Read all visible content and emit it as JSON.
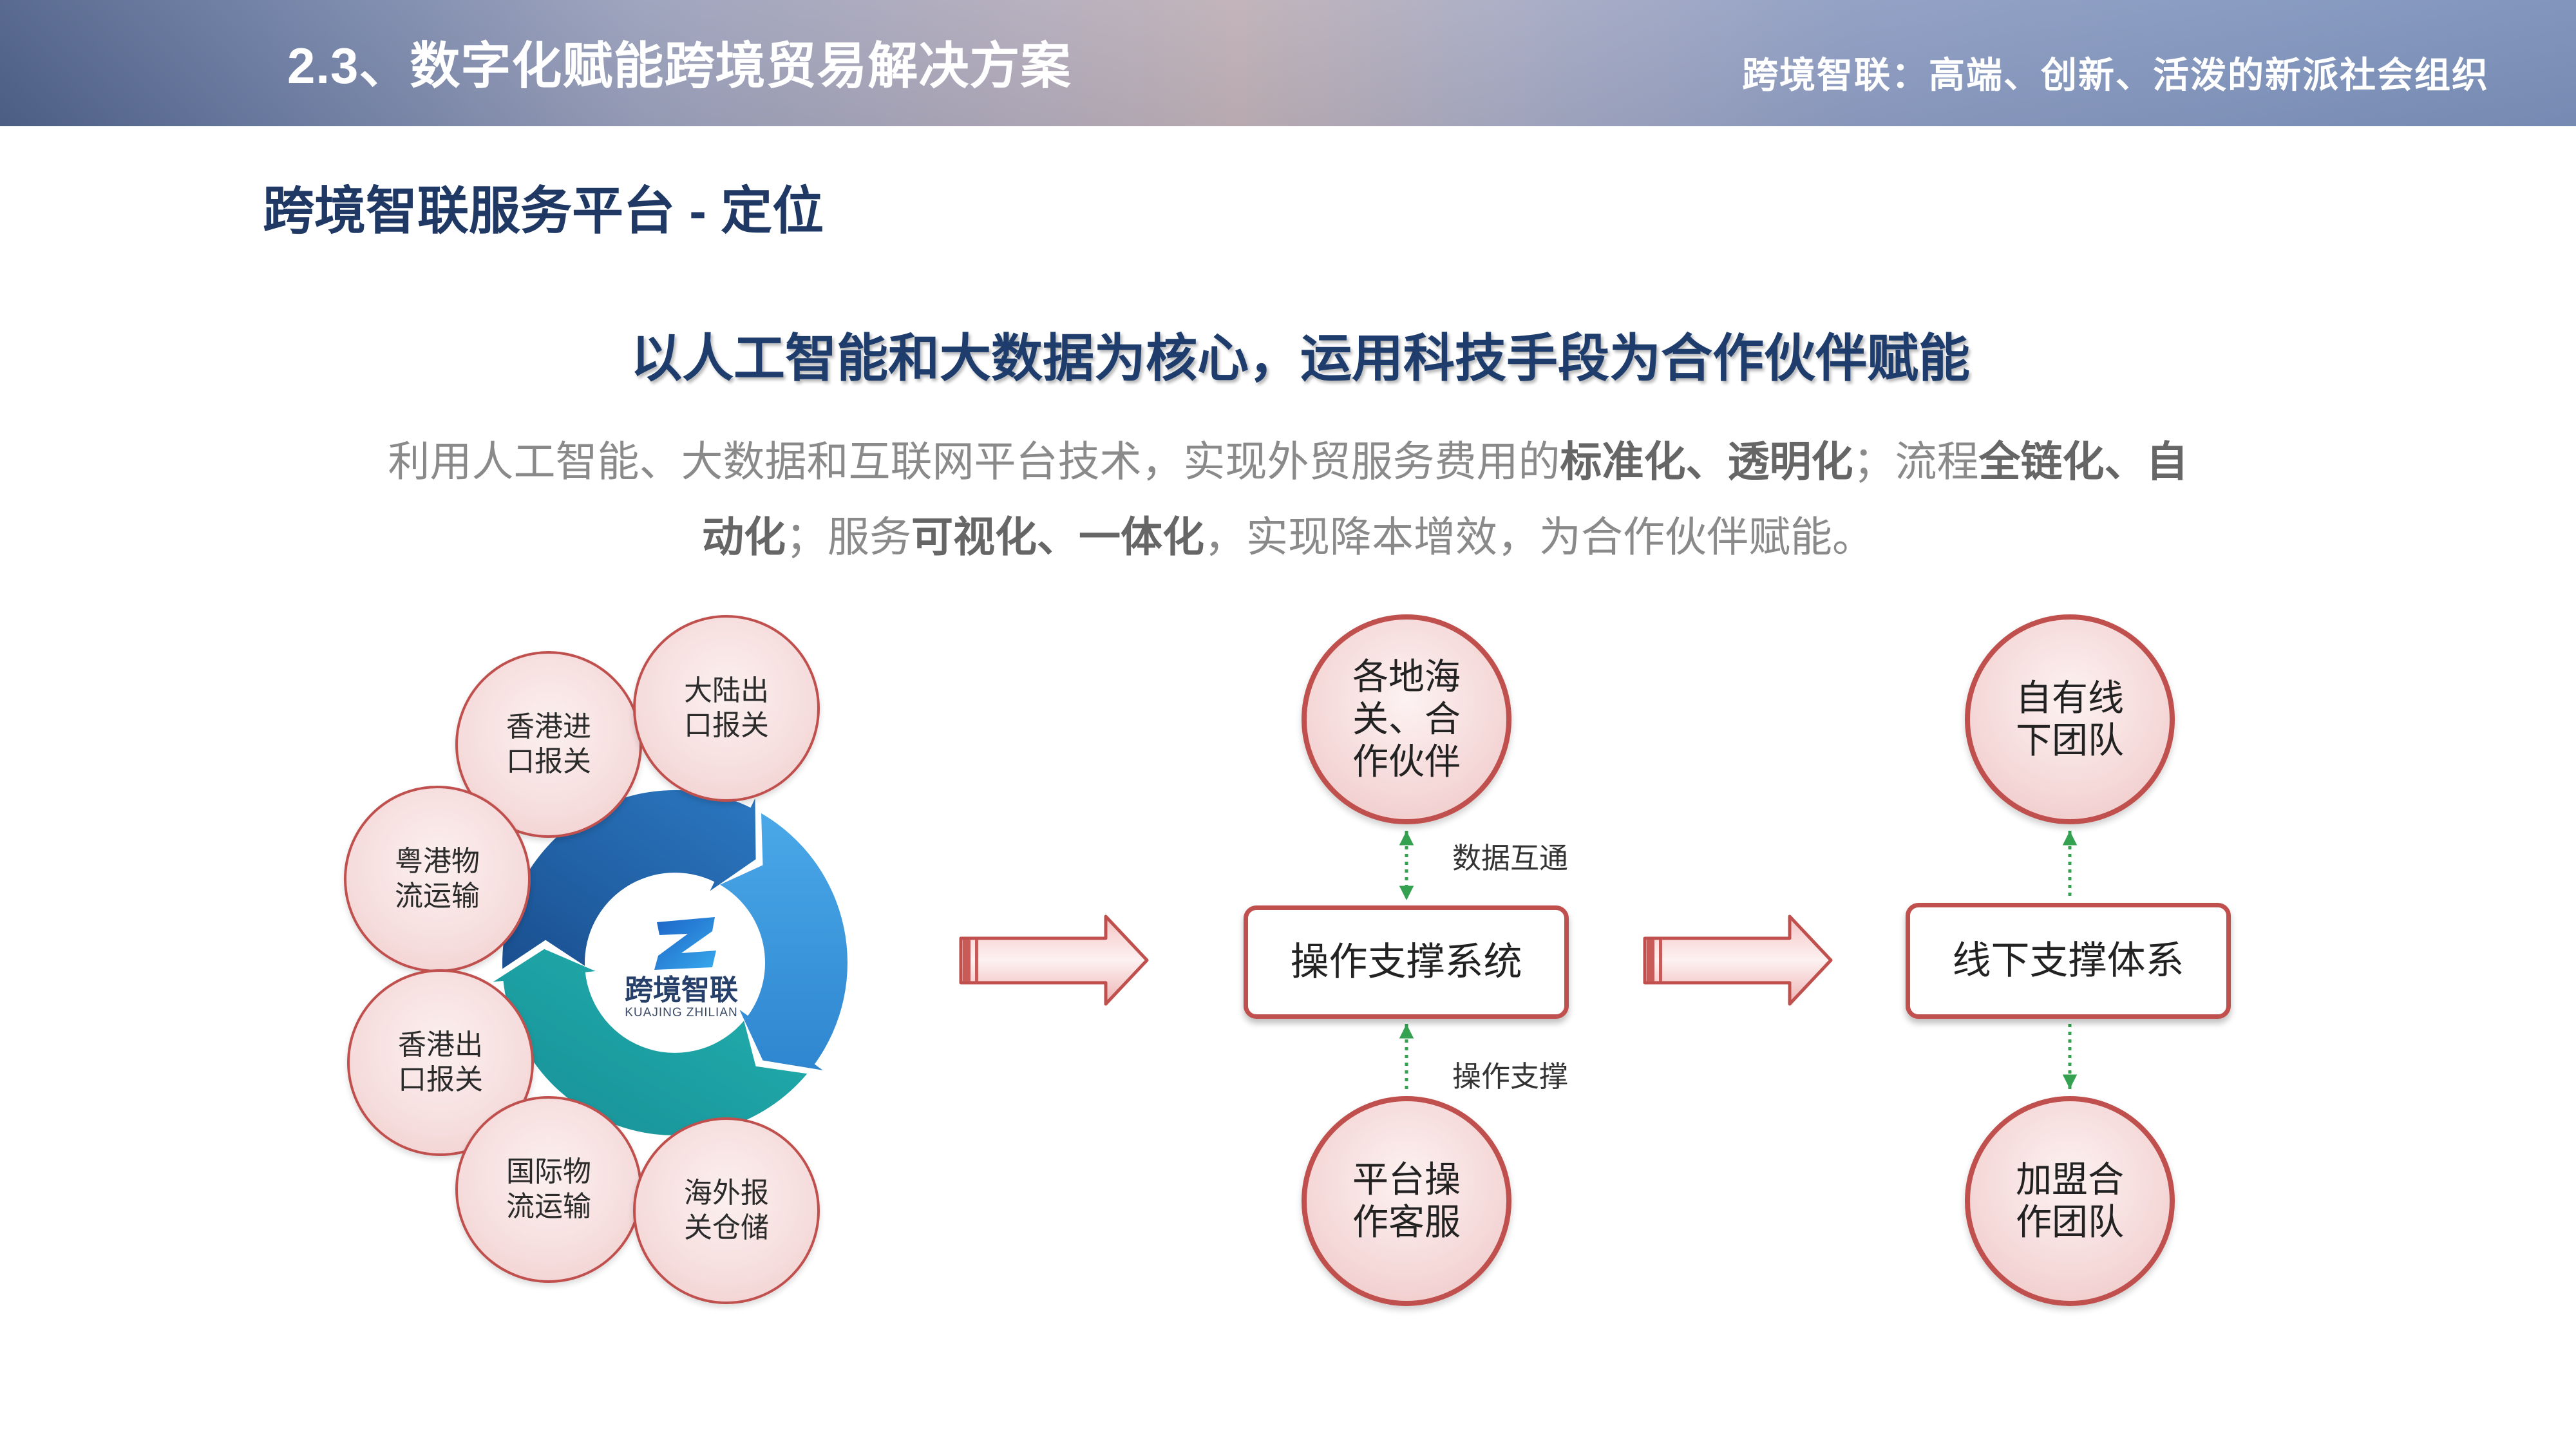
{
  "header": {
    "title": "2.3、数字化赋能跨境贸易解决方案",
    "tagline": "跨境智联：高端、创新、活泼的新派社会组织"
  },
  "section_title": "跨境智联服务平台 - 定位",
  "headline": "以人工智能和大数据为核心，运用科技手段为合作伙伴赋能",
  "intro": {
    "line1": [
      "利用人工智能、大数据和互联网平台技术，实现外贸服务费用的",
      "标准化、透明化",
      "；流程",
      "全链化、自"
    ],
    "line2": [
      "动化",
      "；服务",
      "可视化、一体化",
      "，实现降本增效，为合作伙伴赋能。"
    ]
  },
  "cycle": {
    "logo": {
      "icon": "z-logo-icon",
      "name": "跨境智联",
      "pinyin": "KUAJING ZHILIAN"
    },
    "services": [
      {
        "lines": [
          "香港进",
          "口报关"
        ]
      },
      {
        "lines": [
          "大陆出",
          "口报关"
        ]
      },
      {
        "lines": [
          "粤港物",
          "流运输"
        ]
      },
      {
        "lines": [
          "香港出",
          "口报关"
        ]
      },
      {
        "lines": [
          "国际物",
          "流运输"
        ]
      },
      {
        "lines": [
          "海外报",
          "关仓储"
        ]
      }
    ],
    "ring_colors": [
      {
        "from": "#1a4f8f",
        "to": "#2b78c2"
      },
      {
        "from": "#4aa8e8",
        "to": "#2f86d0"
      },
      {
        "from": "#23b2b0",
        "to": "#178f96"
      }
    ]
  },
  "flow_arrows": [
    {
      "icon": "right-arrow-icon"
    },
    {
      "icon": "right-arrow-icon"
    }
  ],
  "operations": {
    "top_node": [
      "各地海",
      "关、合",
      "作伙伴"
    ],
    "system": "操作支撑系统",
    "upper_link": "数据互通",
    "lower_link": "操作支撑",
    "bottom_node": [
      "平台操",
      "作客服"
    ]
  },
  "offline": {
    "top_node": [
      "自有线",
      "下团队"
    ],
    "system": "线下支撑体系",
    "bottom_node": [
      "加盟合",
      "作团队"
    ]
  },
  "theme": {
    "navy": "#1f3864",
    "headline": "#1e3d6c",
    "node_border": "#c0504d",
    "connector": "#34a150"
  }
}
